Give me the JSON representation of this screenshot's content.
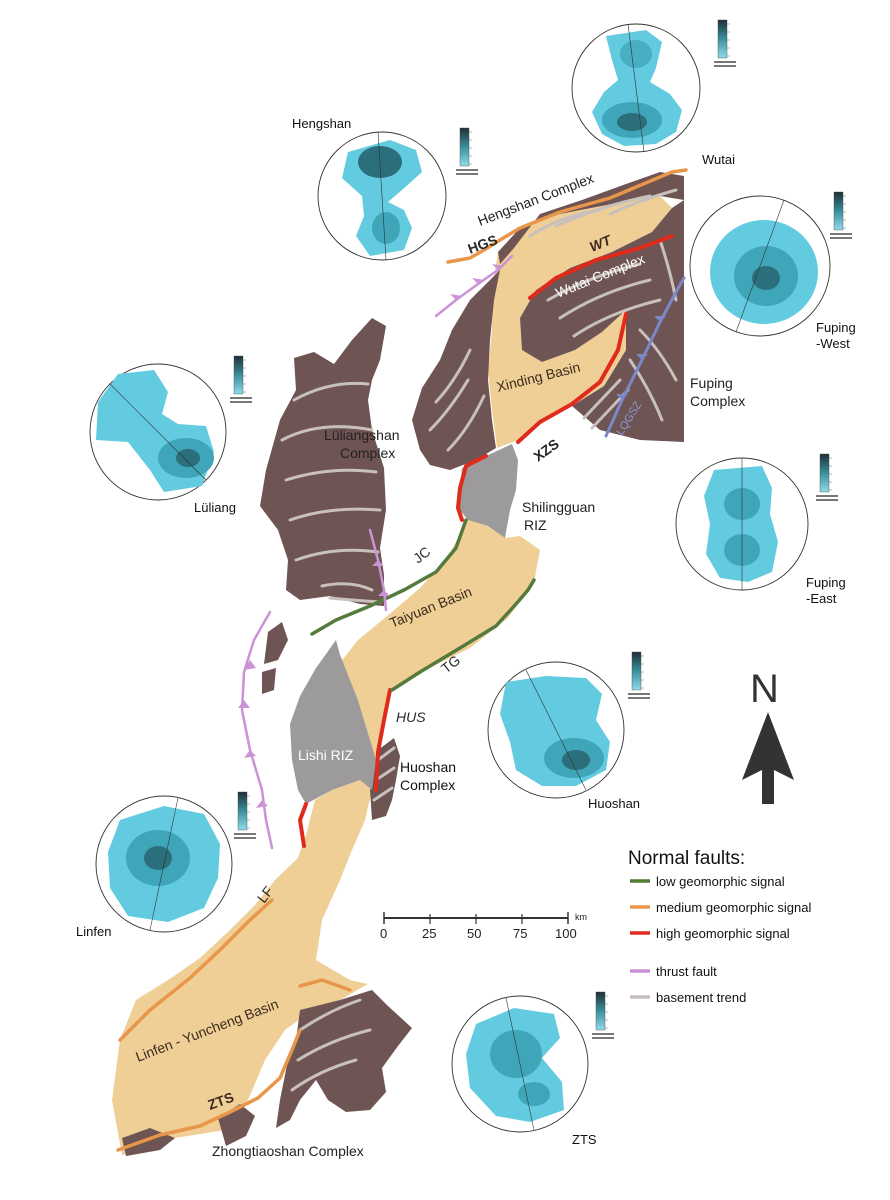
{
  "colors": {
    "basin": "#f0cf96",
    "complex": "#6e5452",
    "riz": "#9c9a9b",
    "low_signal": "#547a3c",
    "medium_signal": "#e8964a",
    "high_signal": "#e02a1c",
    "thrust": "#c993d6",
    "basement": "#c8c0bc",
    "lqgsz": "#7b88c8",
    "stereo_light": "#5ec7db",
    "stereo_mid": "#3da2b6",
    "stereo_dark": "#1e5f6c"
  },
  "complexes": {
    "hengshan": "Hengshan Complex",
    "wutai": "Wutai Complex",
    "fuping": [
      "Fuping",
      "Complex"
    ],
    "luliangshan": [
      "Lüliangshan",
      "Complex"
    ],
    "huoshan": [
      "Huoshan",
      "Complex"
    ],
    "zhongtiaoshan": "Zhongtiaoshan Complex"
  },
  "basins": {
    "xinding": "Xinding Basin",
    "taiyuan": "Taiyuan Basin",
    "linfen_yuncheng": "Linfen - Yuncheng Basin"
  },
  "riz": {
    "shilingguan": [
      "Shilingguan",
      "RIZ"
    ],
    "lishi": "Lishi RIZ"
  },
  "faults": {
    "hgs": "HGS",
    "wt": "WT",
    "xzs": "XZS",
    "lqgsz": "LQGSZ",
    "jc": "JC",
    "tg": "TG",
    "hus": "HUS",
    "lf": "LF",
    "zts": "ZTS"
  },
  "stereonets": {
    "wutai": "Wutai",
    "hengshan": "Hengshan",
    "fuping_west": [
      "Fuping",
      "-West"
    ],
    "luliang": "Lüliang",
    "fuping_east": [
      "Fuping",
      "-East"
    ],
    "huoshan": "Huoshan",
    "linfen": "Linfen",
    "zts": "ZTS"
  },
  "legend": {
    "title": "Normal faults:",
    "low": "low geomorphic signal",
    "medium": "medium geomorphic signal",
    "high": "high geomorphic signal",
    "thrust": "thrust fault",
    "basement": "basement trend"
  },
  "scale_bar": {
    "ticks": [
      "0",
      "25",
      "50",
      "75",
      "100"
    ],
    "unit": "km"
  },
  "north": "N"
}
